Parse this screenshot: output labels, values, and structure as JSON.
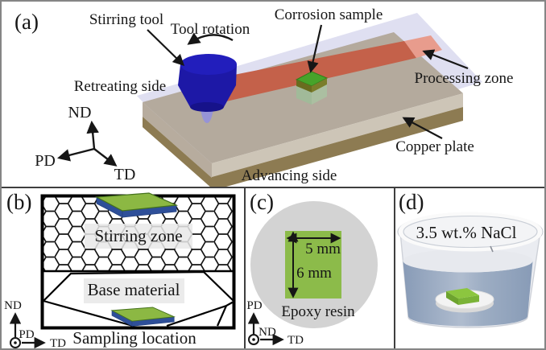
{
  "panel_a": {
    "label": "(a)",
    "annotations": {
      "stirring_tool": "Stirring tool",
      "tool_rotation": "Tool rotation",
      "retreating_side": "Retreating side",
      "corrosion_sample": "Corrosion sample",
      "processing_zone": "Processing zone",
      "copper_plate": "Copper plate",
      "advancing_side": "Advancing side"
    },
    "axes": {
      "nd": "ND",
      "pd": "PD",
      "td": "TD"
    }
  },
  "panel_b": {
    "label": "(b)",
    "zones": {
      "stirring_zone": "Stirring zone",
      "base_material": "Base material"
    },
    "caption": "Sampling location",
    "axes": {
      "nd": "ND",
      "pd": "PD",
      "td": "TD"
    }
  },
  "panel_c": {
    "label": "(c)",
    "dimensions": {
      "width": "5 mm",
      "height": "6 mm"
    },
    "mount": "Epoxy resin",
    "axes": {
      "pd": "PD",
      "nd": "ND",
      "td": "TD"
    }
  },
  "panel_d": {
    "label": "(d)",
    "solution": "3.5 wt.% NaCl"
  },
  "colors": {
    "copper_plate_top": "#b4aa9d",
    "copper_plate_side_brown": "#8d7b52",
    "processing_zone_red": "#c4614a",
    "processing_zone_pink": "#e89c8d",
    "stirring_tool_blue": "#1d18a6",
    "corrosion_sample_green": "#47a32a",
    "sample_plate_green": "#8cb843",
    "sample_plate_blue": "#2e4f99",
    "epoxy_resin_gray": "#d3d3d3",
    "nacl_liquid_blue": "#8b9fba",
    "cover_sheet_lavender": "#d9d9ef"
  }
}
